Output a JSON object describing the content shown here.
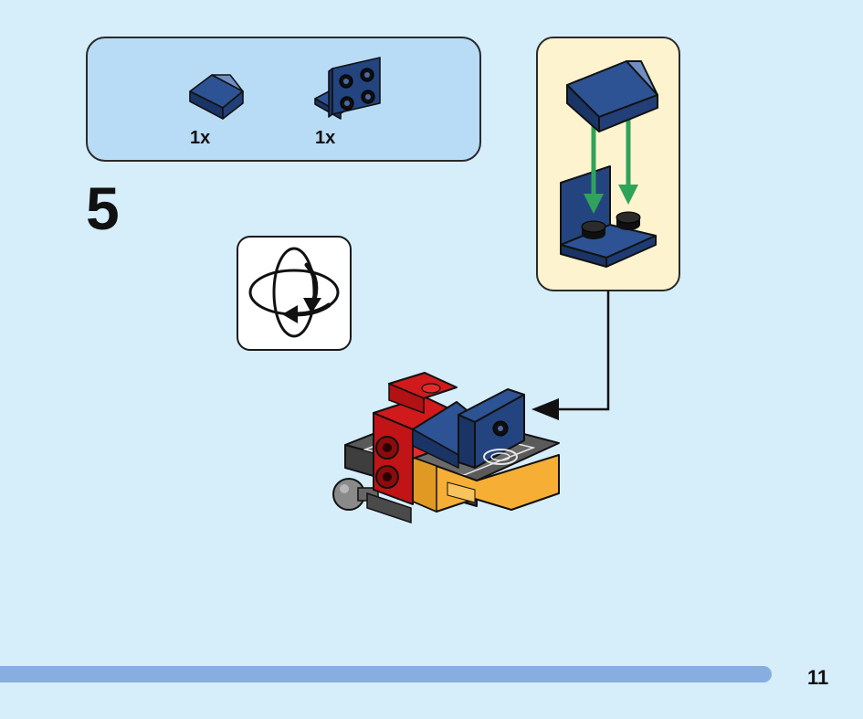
{
  "parts_list": {
    "items": [
      {
        "icon": "dark-blue-slope-1x2-icon",
        "quantity": "1x"
      },
      {
        "icon": "dark-blue-bracket-1x2-2x2-icon",
        "quantity": "1x"
      }
    ]
  },
  "step": {
    "number": "5"
  },
  "rotate_model_icon": "rotate-model-icon",
  "callout": {
    "description_icon": "slope-onto-bracket-subassembly-icon"
  },
  "page": {
    "number": "11"
  },
  "colors": {
    "background": "#d6edfa",
    "parts_panel": "#b9dcf6",
    "callout_panel": "#fdf4cf",
    "dark_blue": "#1e3e75",
    "red": "#d01a1c",
    "orange": "#f6ae35",
    "dark_gray": "#595959",
    "green_arrow": "#2fa35a",
    "progress_bar": "#86aee0"
  }
}
